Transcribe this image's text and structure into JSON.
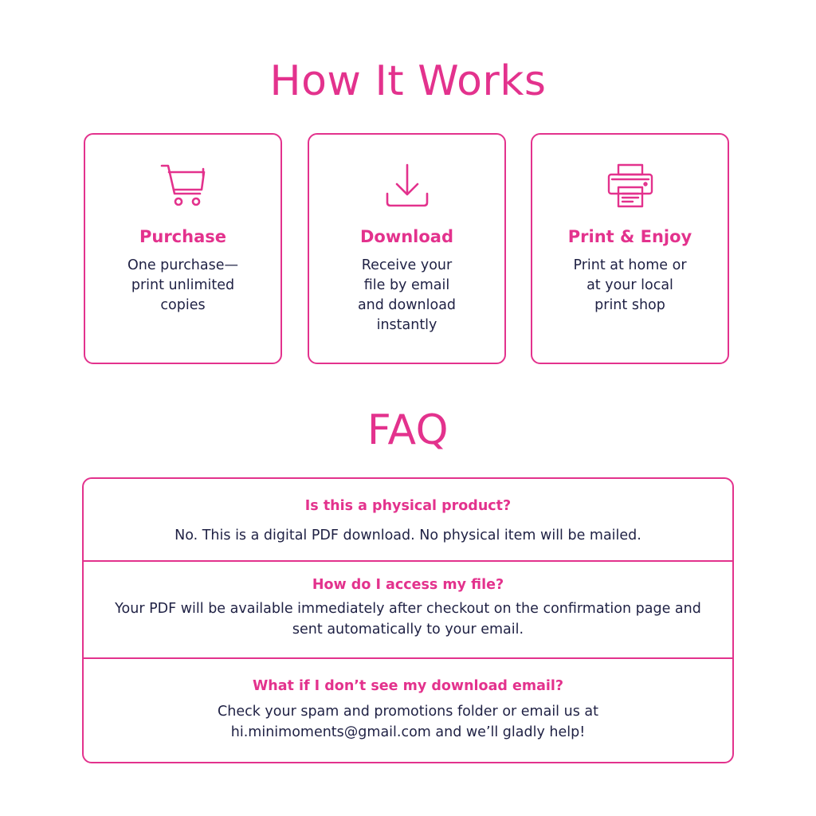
{
  "how_it_works": {
    "title": "How It Works",
    "steps": [
      {
        "icon": "shopping-cart-icon",
        "title": "Purchase",
        "text": "One purchase—\nprint unlimited\ncopies"
      },
      {
        "icon": "download-icon",
        "title": "Download",
        "text": "Receive your\nfile by email\nand download\ninstantly"
      },
      {
        "icon": "printer-icon",
        "title": "Print & Enjoy",
        "text": "Print at home or\nat your local\nprint shop"
      }
    ]
  },
  "faq": {
    "title": "FAQ",
    "items": [
      {
        "question": "Is this a physical product?",
        "answer": "No. This is a digital PDF download. No physical item will be mailed."
      },
      {
        "question": "How do I access my file?",
        "answer": "Your PDF will be available immediately after checkout on the confirmation page and sent automatically to your email."
      },
      {
        "question": "What if I don’t see my download email?",
        "answer": "Check your spam and promotions folder or email us at hi.minimoments@gmail.com and we’ll gladly help!"
      }
    ]
  },
  "colors": {
    "accent": "#e3328d",
    "text": "#1f2144",
    "background": "#ffffff"
  }
}
